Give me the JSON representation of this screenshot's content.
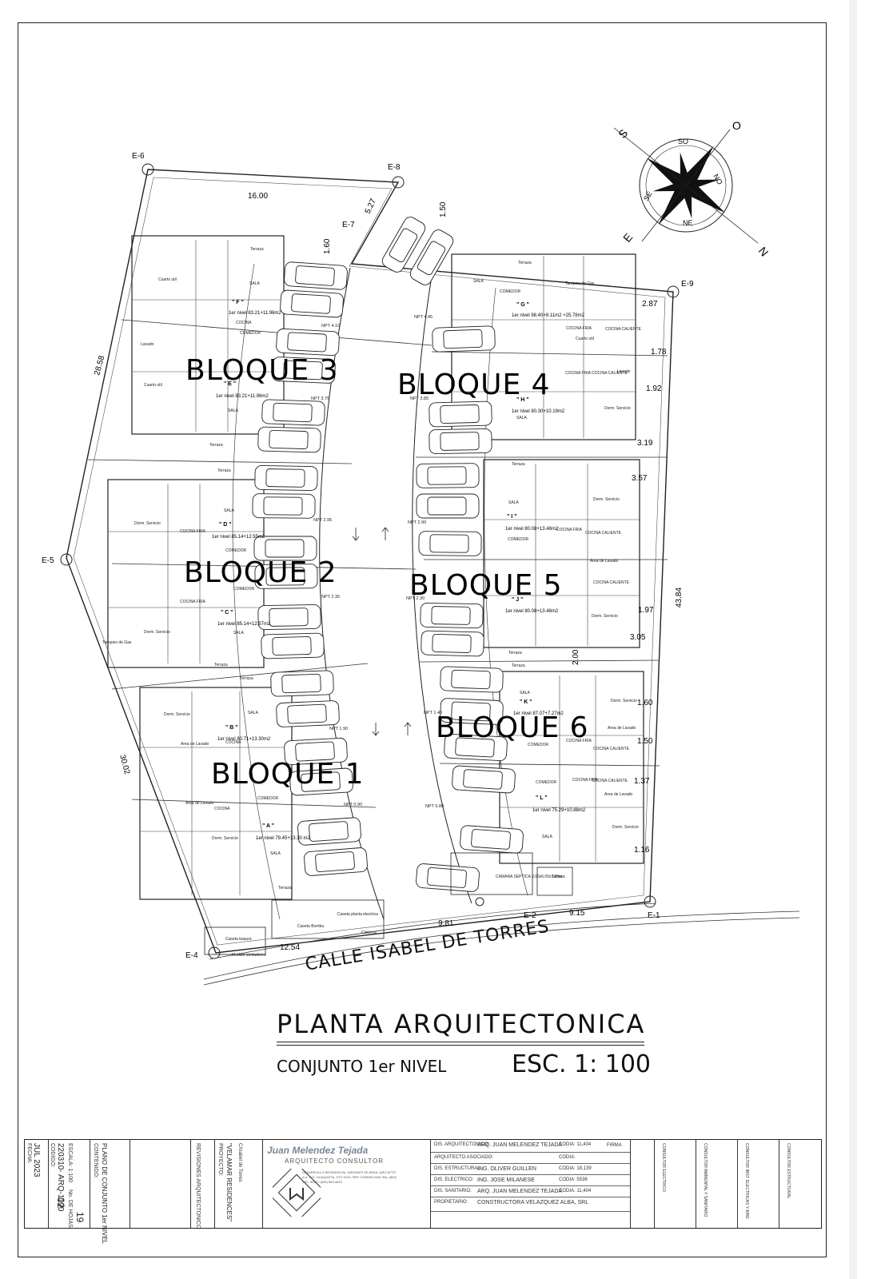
{
  "compass": {
    "labels": [
      "O",
      "NO",
      "N",
      "NE",
      "E",
      "SE",
      "S",
      "SO"
    ]
  },
  "axis_points": [
    "E-1",
    "E-2",
    "E-4",
    "E-5",
    "E-6",
    "E-7",
    "E-8",
    "E-9"
  ],
  "dimensions": [
    "16.00",
    "5.27",
    "1.50",
    "2.87",
    "1.78",
    "1.92",
    "3.19",
    "3.57",
    "1.97",
    "3.05",
    "2.00",
    "1.60",
    "1.50",
    "1.37",
    "1.16",
    "43.84",
    "28.58",
    "30.02",
    "9.81",
    "9.15",
    "12.54",
    "1.60"
  ],
  "blocks": [
    "BLOQUE 3",
    "BLOQUE 4",
    "BLOQUE 2",
    "BLOQUE 5",
    "BLOQUE 1",
    "BLOQUE 6"
  ],
  "units": [
    {
      "label": "\" F \"",
      "area": "1er nivel 83.21+11.96m2"
    },
    {
      "label": "\" E \"",
      "area": "1er nivel 83.21+11.96m2"
    },
    {
      "label": "\" D \"",
      "area": "1er nivel 85.14+12.55m2"
    },
    {
      "label": "\" C \"",
      "area": "1er nivel 85.14+12.57m2"
    },
    {
      "label": "\" B \"",
      "area": "1er nivel 80.71+13.30m2"
    },
    {
      "label": "\" A \"",
      "area": "1er nivel 79.45+13.30 m2"
    },
    {
      "label": "\" G \"",
      "area": "1er nivel 98.40+8.11m2 +25.78m2"
    },
    {
      "label": "\" H \"",
      "area": "1er nivel 80.30+10.19m2"
    },
    {
      "label": "\" I \"",
      "area": "1er nivel 80.08+13.48m2"
    },
    {
      "label": "\" J \"",
      "area": "1er nivel 80.08+13.48m2"
    },
    {
      "label": "\" K \"",
      "area": "1er nivel 87.07+7.27m2"
    },
    {
      "label": "\" L \"",
      "area": "1er nivel 75.29+10.88m2"
    }
  ],
  "room_labels": [
    "SALA",
    "COMEDOR",
    "COCINA",
    "Terraza",
    "Lavado",
    "Dorm. Servicio",
    "COCINA FRIA",
    "COCINA CALIENTE",
    "Area de Lavado",
    "Tanques de Gas",
    "Cuarto util"
  ],
  "levels": [
    "NPT 4.45",
    "NPT 4.10",
    "NPT 3.75",
    "NPT 3.85",
    "NPT 2.95",
    "NPT 2.90",
    "NPT 2.35",
    "NPT 2.30",
    "NPT 1.90",
    "NPT 1.40",
    "NPT 0.90",
    "NPT 0.80"
  ],
  "site_labels": [
    "CAMARA SEPTICA 3.00x6.00x1.80m",
    "Caseta Bomba",
    "Caseta planta electrica",
    "Cisterna",
    "Caseta basura",
    "Modulo contadores"
  ],
  "street": "CALLE ISABEL DE TORRES",
  "plan": {
    "title": "PLANTA   ARQUITECTONICA",
    "subtitle": "CONJUNTO 1er NIVEL",
    "scale": "ESC. 1: 100"
  },
  "title_block": {
    "fecha_label": "FECHA:",
    "fecha": "JUL 2023",
    "codigo_label": "CODIGO:",
    "codigo": "220310- ARQ-1190",
    "escala": "ESCALA: 1:100",
    "hoja": "02",
    "hojas": "19",
    "no_hojas": "No. DE HOJAS",
    "contenido_label": "CONTENIDO:",
    "contenido": "PLANO DE CONJUNTO 1er NIVEL",
    "revisiones": "REVISIONES ARQUITECTONICO",
    "proyecto_label": "PROYECTO:",
    "proyecto": "\"VELAMAR RESIDENCES\"",
    "proyecto_dir": "C/Isabel de Torres",
    "firm_name": "Juan Melendez Tejada",
    "firm_sub": "ARQUITECTO  CONSULTOR",
    "firm_addr": "DESARROLLO RESIDENCIAL JARDINES DE ARAN JUEZ APTO A-4, ING. GUAQUEYA, STO DGO, REP. DOMINICANA Tels. (809) 000 - 8043 / (809) 563-4823",
    "rows": [
      {
        "label": "DIS. ARQUITECTONICO:",
        "name": "ARQ. JUAN MELENDEZ TEJADA",
        "codia": "CODIA: 11,404"
      },
      {
        "label": "ARQUITECTO ASOCIADO:",
        "name": "",
        "codia": "CODIA:"
      },
      {
        "label": "DIS. ESTRUCTURAL:",
        "name": "ING. OLIVER GUILLEN",
        "codia": "CODIA: 18,139"
      },
      {
        "label": "DIS. ELECTRICO:",
        "name": "ING. JOSE MILANESE",
        "codia": "CODIA: 5538"
      },
      {
        "label": "DIS. SANITARIO:",
        "name": "ARQ. JUAN MELENDEZ TEJADA",
        "codia": "CODIA: 11,404"
      },
      {
        "label": "PROPIETARIO:",
        "name": "CONSTRUCTORA VELAZQUEZ ALBA, SRL",
        "codia": ""
      }
    ],
    "firma": "FIRMA",
    "consultor_1": "CONSULTOR ELECTRICO",
    "consultor_2": "CONSULTOR AMBIENTAL Y SANITARIO",
    "consultor_3": "CONSULTOR INST. ELECTRICAS Y AIRE",
    "consultor_4": "CONSULTOR ESTRUCTURAL"
  }
}
